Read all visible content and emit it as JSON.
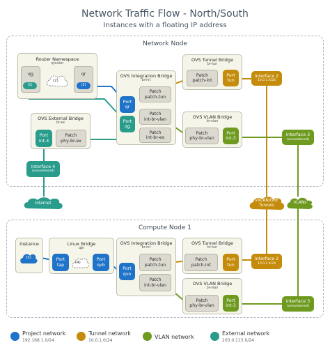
{
  "title": "Network Traffic Flow - North/South",
  "subtitle": "Instances with a floating IP address",
  "colors": {
    "project": "#1f73c8",
    "tunnel": "#c58b0a",
    "vlan": "#6e9a1f",
    "external": "#2a9c8c",
    "dashed_border": "#aab6c2",
    "box_fill": "#f6f5ea",
    "patch_fill": "#dcdad0"
  },
  "network_node": {
    "title": "Network Node",
    "router_ns": {
      "title": "Router Namespace",
      "sub": "qrouter",
      "qg": "qg",
      "qr": "qr",
      "step1": "(1)",
      "step2": "(2)",
      "step3": "(3)"
    },
    "ovs_int": {
      "title": "OVS Integration Bridge",
      "sub": "br-int",
      "patch_tun": [
        "Patch",
        "patch-tun"
      ],
      "patch_vlan": [
        "Patch",
        "int-br-vlan"
      ],
      "patch_ex": [
        "Patch",
        "int-br-ex"
      ],
      "port_qr": [
        "Port",
        "qr"
      ],
      "port_qg": [
        "Port",
        "qg"
      ]
    },
    "ovs_tun": {
      "title": "OVS Tunnel Bridge",
      "sub": "br-tun",
      "patch": [
        "Patch",
        "patch-int"
      ],
      "port": [
        "Port",
        "tun"
      ]
    },
    "ovs_vlan": {
      "title": "OVS VLAN Bridge",
      "sub": "br-vlan",
      "patch": [
        "Patch",
        "phy-br-vlan"
      ],
      "port": [
        "Port",
        "int-3"
      ]
    },
    "ovs_ex": {
      "title": "OVS External Bridge",
      "sub": "br-ex",
      "port": [
        "Port",
        "int-4"
      ],
      "patch": [
        "Patch",
        "phy-br-ex"
      ]
    },
    "iface2": {
      "title": "Interface 2",
      "sub": "10.0.1.X/24"
    },
    "iface3": {
      "title": "Interface 3",
      "sub": "(unnumbered)"
    },
    "iface4": {
      "title": "Interface 4",
      "sub": "(unnumbered)"
    }
  },
  "clouds": {
    "internet": "Internet",
    "tunnels": [
      "VXLAN/GRE",
      "Tunnels"
    ],
    "vlans": "VLANs"
  },
  "compute_node": {
    "title": "Compute Node 1",
    "instance": {
      "title": "Instance",
      "step": "(5)"
    },
    "linux_bridge": {
      "title": "Linux Bridge",
      "sub": "qbr",
      "port_tap": [
        "Port",
        "tap"
      ],
      "step4": "(4)",
      "port_qvb": [
        "Port",
        "qvb"
      ]
    },
    "ovs_int": {
      "title": "OVS Integration Bridge",
      "sub": "br-int",
      "port_qvo": [
        "Port",
        "qvo"
      ],
      "patch_tun": [
        "Patch",
        "patch-tun"
      ],
      "patch_vlan": [
        "Patch",
        "int-br-vlan"
      ]
    },
    "ovs_tun": {
      "title": "OVS Tunnel Bridge",
      "sub": "br-tun",
      "patch": [
        "Patch",
        "patch-int"
      ],
      "port": [
        "Port",
        "tun"
      ]
    },
    "ovs_vlan": {
      "title": "OVS VLAN Bridge",
      "sub": "br-vlan",
      "patch": [
        "Patch",
        "phy-br-vlan"
      ],
      "port": [
        "Port",
        "int-3"
      ]
    },
    "iface2": {
      "title": "Interface 2",
      "sub": "10.0.1.X/24"
    },
    "iface3": {
      "title": "Interface 3",
      "sub": "(unnumbered)"
    }
  },
  "legend": [
    {
      "label": "Project network",
      "sub": "192.168.1.0/24",
      "color": "#1f73c8"
    },
    {
      "label": "Tunnel network",
      "sub": "10.0.1.0/24",
      "color": "#c58b0a"
    },
    {
      "label": "VLAN network",
      "sub": "",
      "color": "#6e9a1f"
    },
    {
      "label": "External network",
      "sub": "203.0.113.0/24",
      "color": "#2a9c8c"
    }
  ]
}
